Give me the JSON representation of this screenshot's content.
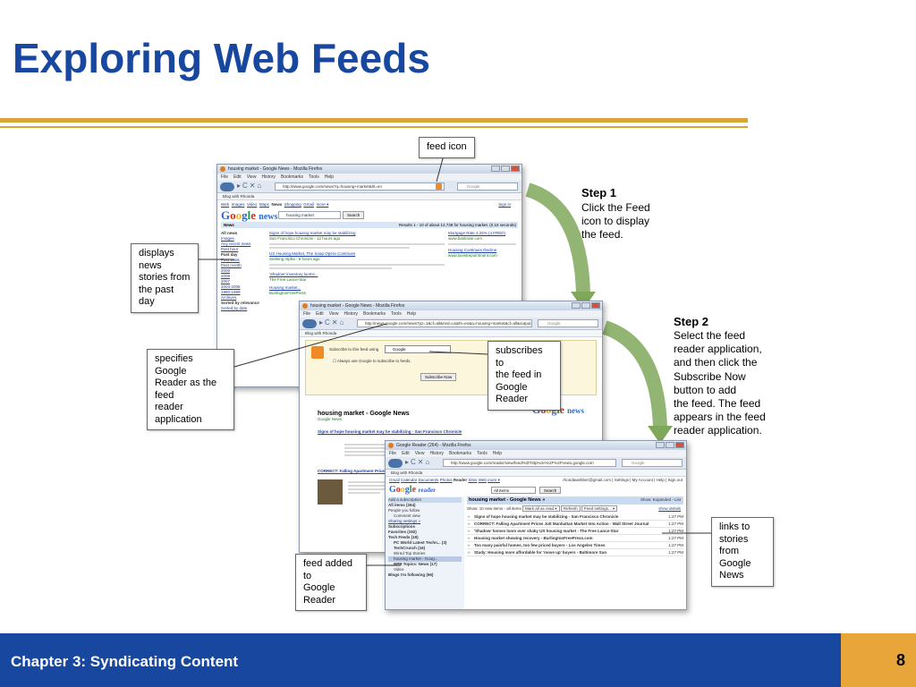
{
  "slide": {
    "title": "Exploring Web Feeds",
    "footer_text": "Chapter 3: Syndicating Content",
    "page_number": "8"
  },
  "colors": {
    "title_blue": "#17479e",
    "gold_rule": "#d9a43a",
    "footer_blue": "#17479e",
    "footer_page_bg": "#e8a53a",
    "arrow_green": "#7fa85a"
  },
  "callouts": {
    "feed_icon": "feed icon",
    "displays_news": [
      "displays news",
      "stories from",
      "the past day"
    ],
    "specifies_reader": [
      "specifies Google",
      "Reader as the feed",
      "reader application"
    ],
    "subscribes": [
      "subscribes to",
      "the feed in",
      "Google Reader"
    ],
    "links_to": [
      "links to",
      "stories from",
      "Google News"
    ],
    "feed_added": [
      "feed added to",
      "Google Reader"
    ]
  },
  "steps": [
    {
      "title": "Step 1",
      "lines": [
        "Click the Feed",
        "icon to display",
        "the feed."
      ]
    },
    {
      "title": "Step 2",
      "lines": [
        "Select the feed",
        "reader application,",
        "and then click the",
        "Subscribe Now",
        "button to add",
        "the feed. The feed",
        "appears in the feed",
        "reader application."
      ]
    }
  ],
  "window1": {
    "title": "housing market - Google News - Mozilla Firefox",
    "menu": [
      "File",
      "Edit",
      "View",
      "History",
      "Bookmarks",
      "Tools",
      "Help"
    ],
    "url": "http://www.google.com/news?q=housing+market&hl=en",
    "bookmark": "Blog with Rhonda",
    "nav_links": [
      "Web",
      "Images",
      "Video",
      "Maps",
      "News",
      "Shopping",
      "Gmail",
      "more ▾"
    ],
    "sign_in": "Sign in",
    "logo_suffix": "news",
    "search_value": "housing market",
    "search_button": "Search",
    "section": "News",
    "results": "Results 1 - 10 of about 12,738 for housing market. (0.15 seconds)",
    "sidebar": [
      "All news",
      "Images",
      "Any recent news",
      "Past hour",
      "Past day",
      "Past week",
      "Past month",
      "2009",
      "2008",
      "2007",
      "2003-2006",
      "1990-1999",
      "Archives",
      "Sorted by relevance",
      "Sorted by date"
    ],
    "stories": [
      {
        "title": "Signs of hope housing market may be stabilizing",
        "source": "San Francisco Chronicle - 12 hours ago"
      },
      {
        "title": "US Housing Market, The Soap Opera Continues",
        "source": "Seeking Alpha - 6 hours ago"
      },
      {
        "title": "'Shadow' inventory looms...",
        "source": "The Free Lance-Star"
      },
      {
        "title": "Housing market...",
        "source": "BurlingtonFreePress"
      }
    ],
    "sponsored": [
      {
        "title": "Mortgage Rate 4.25% (4.FRED)",
        "source": "www.bankrate.com"
      },
      {
        "title": "Housing Continues Decline",
        "source": "www.tavistrepointment.com"
      }
    ]
  },
  "window2": {
    "title": "housing market - Google News - Mozilla Firefox",
    "menu": [
      "File",
      "Edit",
      "View",
      "History",
      "Bookmarks",
      "Tools",
      "Help"
    ],
    "url": "http://news.google.com/news?pz=1&cf=all&ned=us&hl=en&q=housing+market&cf=all&output=rss",
    "bookmark": "Blog with Rhonda",
    "subscribe_label": "Subscribe to this feed using",
    "reader_select": "Google",
    "always_use": "Always use Google to subscribe to feeds.",
    "subscribe_button": "Subscribe Now",
    "feed_title": "housing market - Google News",
    "feed_sub": "Google News",
    "story1": "Signs of hope housing market may be stabilizing - San Francisco Chronicle",
    "story2": "CORRECT: Falling Apartment Prices..."
  },
  "window3": {
    "title": "Google Reader (264) - Mozilla Firefox",
    "menu": [
      "File",
      "Edit",
      "View",
      "History",
      "Bookmarks",
      "Tools",
      "Help"
    ],
    "url": "http://www.google.com/reader/view/feed%2Fhttp%3A%2F%2Fnews.google.com",
    "bookmark": "Blog with Rhonda",
    "top_links": [
      "Gmail",
      "Calendar",
      "Documents",
      "Photos",
      "Reader",
      "Sites",
      "Web",
      "more ▾"
    ],
    "account": "rhondawebber@gmail.com | Settings | My Account | Help | Sign out",
    "logo_suffix": "reader",
    "all_items_select": "All items",
    "search_button": "Search",
    "add_subscription": "Add a subscription",
    "left_nav": [
      "All items (264)",
      "People you follow",
      "Comment view",
      "Sharing settings »",
      "Subscriptions",
      "Favorites (192)",
      "Tech Feeds (19)",
      "PC World Latest Techn... (3)",
      "TechCrunch (16)",
      "Wired Top Stories",
      "housing market - Goog...",
      "NPR Topics: News (17)",
      "Video",
      "Blogs I'm following (56)"
    ],
    "feed_header": "housing market - Google News »",
    "show_toggle": "Show: Expanded - List",
    "toolbar": [
      "Show: 10 new items - all items",
      "Mark all as read ▾",
      "Refresh",
      "Feed settings... ▾"
    ],
    "show_details": "show details",
    "items": [
      {
        "title": "Signs of hope housing market may be stabilizing - San Francisco Chronicle",
        "source": "Signs of hope",
        "time": "1:27 PM"
      },
      {
        "title": "CORRECT: Falling Apartment Prices Jolt Manhattan Market Into Action - Wall Street Journal",
        "source": "",
        "time": "1:27 PM"
      },
      {
        "title": "'Shadow' homes loom over shaky US housing market - The Free Lance-Star",
        "source": "'Shadow' homes",
        "time": "1:27 PM"
      },
      {
        "title": "Housing market showing recovery - BurlingtonFreePress.com",
        "source": "Housing market showing",
        "time": "1:27 PM"
      },
      {
        "title": "Too many painful homes, too few priced buyers - Los Angeles Times",
        "source": "Los Angeles Times",
        "time": "1:27 PM"
      },
      {
        "title": "Study: Housing more affordable for 'move up' buyers - Baltimore Sun",
        "source": "Study: Housing more",
        "time": "1:27 PM"
      }
    ]
  }
}
